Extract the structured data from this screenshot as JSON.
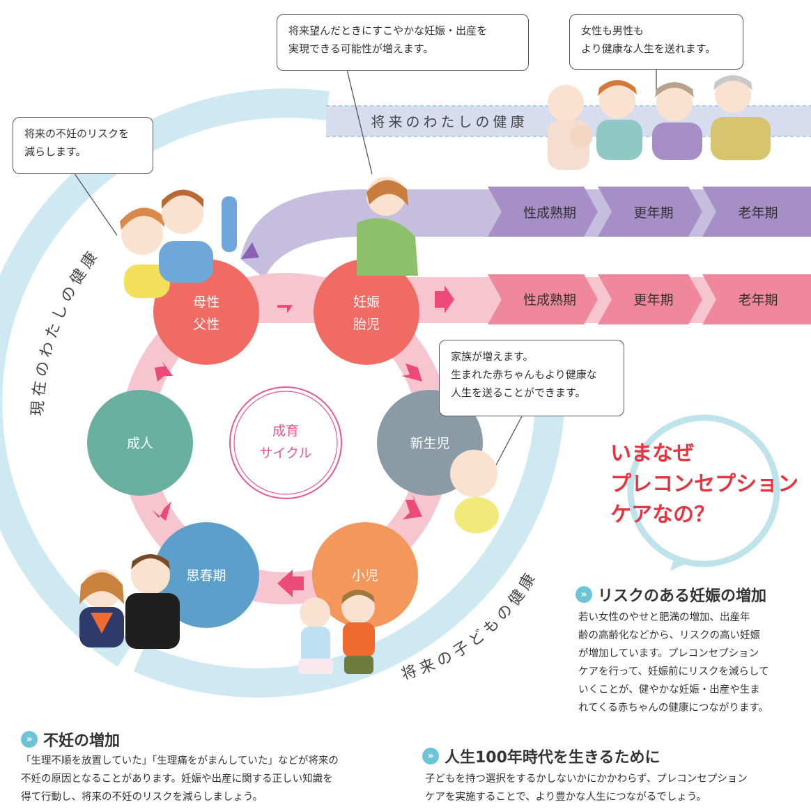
{
  "bubbles": {
    "infertility_risk": "将来の不妊のリスクを減らします。",
    "pregnancy": "将来望んだときにすこやかな妊娠・出産を実現できる可能性が増えます。",
    "healthier_life": "女性も男性もより健康な人生を送れます。",
    "family": "家族が増えます。生まれた赤ちゃんもより健康な人生を送ることができます。"
  },
  "bubble_lines": {
    "infertility_1": "将来の不妊のリスクを",
    "infertility_2": "減らします。",
    "pregnancy_1": "将来望んだときにすこやかな妊娠・出産を",
    "pregnancy_2": "実現できる可能性が増えます。",
    "healthier_1": "女性も男性も",
    "healthier_2": "より健康な人生を送れます。",
    "family_1": "家族が増えます。",
    "family_2": "生まれた赤ちゃんもより健康な",
    "family_3": "人生を送ることができます。"
  },
  "bands": {
    "future_health": "将来のわたしの健康",
    "current_health": "現在のわたしの健康",
    "child_health": "将来の子どもの健康"
  },
  "cycle": {
    "center_1": "成育",
    "center_2": "サイクル",
    "maternal_1": "母性",
    "maternal_2": "父性",
    "pregnancy_1": "妊娠",
    "pregnancy_2": "胎児",
    "newborn": "新生児",
    "child": "小児",
    "puberty": "思春期",
    "adult": "成人"
  },
  "stages_purple": [
    "性成熟期",
    "更年期",
    "老年期"
  ],
  "stages_pink": [
    "性成熟期",
    "更年期",
    "老年期"
  ],
  "question": {
    "line1": "いまなぜ",
    "line2": "プレコンセプション",
    "line3": "ケアなの？"
  },
  "sections": {
    "risk": {
      "title": "リスクのある妊娠の増加",
      "body": [
        "若い女性のやせと肥満の増加、出産年",
        "齢の高齢化などから、リスクの高い妊娠",
        "が増加しています。プレコンセプション",
        "ケアを行って、妊娠前にリスクを減らして",
        "いくことが、健やかな妊娠・出産や生ま",
        "れてくる赤ちゃんの健康につながります。"
      ]
    },
    "infertility": {
      "title": "不妊の増加",
      "body": [
        "「生理不順を放置していた」「生理痛をがまんしていた」などが将来の",
        "不妊の原因となることがあります。妊娠や出産に関する正しい知識を",
        "得て行動し、将来の不妊のリスクを減らしましょう。"
      ]
    },
    "life100": {
      "title": "人生100年時代を生きるために",
      "body": [
        "子どもを持つ選択をするかしないかにかかわらず、プレコンセプション",
        "ケアを実施することで、より豊かな人生につながるでしょう。"
      ]
    }
  },
  "section_icon": "»",
  "colors": {
    "coral": "#f06b63",
    "slate": "#8a9ba6",
    "orange": "#f4975c",
    "blue": "#5b9fca",
    "teal": "#6ab0a0",
    "pink_band": "#f7c5d0",
    "purple_band": "#c6bedf",
    "purple_stage": "#a58fc6",
    "pink_stage": "#f0889c",
    "light_blue": "#cfe9f3",
    "question_red": "#e8343e"
  }
}
